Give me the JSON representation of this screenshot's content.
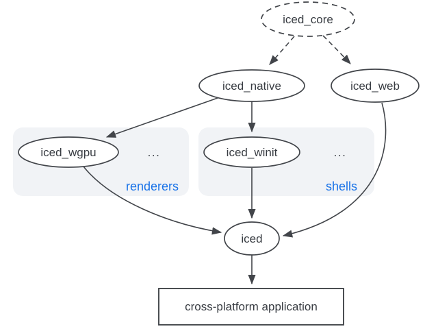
{
  "diagram": {
    "nodes": {
      "iced_core": {
        "label": "iced_core",
        "shape": "ellipse",
        "border": "dashed"
      },
      "iced_native": {
        "label": "iced_native",
        "shape": "ellipse",
        "border": "solid"
      },
      "iced_web": {
        "label": "iced_web",
        "shape": "ellipse",
        "border": "solid"
      },
      "iced_wgpu": {
        "label": "iced_wgpu",
        "shape": "ellipse",
        "border": "solid",
        "group": "renderers"
      },
      "iced_winit": {
        "label": "iced_winit",
        "shape": "ellipse",
        "border": "solid",
        "group": "shells"
      },
      "iced": {
        "label": "iced",
        "shape": "ellipse",
        "border": "solid"
      },
      "app": {
        "label": "cross-platform application",
        "shape": "rectangle"
      }
    },
    "groups": {
      "renderers": {
        "label": "renderers",
        "ellipsis": "..."
      },
      "shells": {
        "label": "shells",
        "ellipsis": "..."
      }
    },
    "edges": [
      {
        "from": "iced_core",
        "to": "iced_native",
        "style": "dashed"
      },
      {
        "from": "iced_core",
        "to": "iced_web",
        "style": "dashed"
      },
      {
        "from": "iced_native",
        "to": "iced_wgpu",
        "style": "solid"
      },
      {
        "from": "iced_native",
        "to": "iced_winit",
        "style": "solid"
      },
      {
        "from": "iced_wgpu",
        "to": "iced",
        "style": "solid"
      },
      {
        "from": "iced_winit",
        "to": "iced",
        "style": "solid"
      },
      {
        "from": "iced_web",
        "to": "iced",
        "style": "solid"
      },
      {
        "from": "iced",
        "to": "app",
        "style": "solid"
      }
    ],
    "colors": {
      "stroke": "#42454a",
      "text": "#383c42",
      "accent_blue": "#1a73e8",
      "group_fill": "#f1f3f6",
      "background": "#ffffff"
    }
  }
}
